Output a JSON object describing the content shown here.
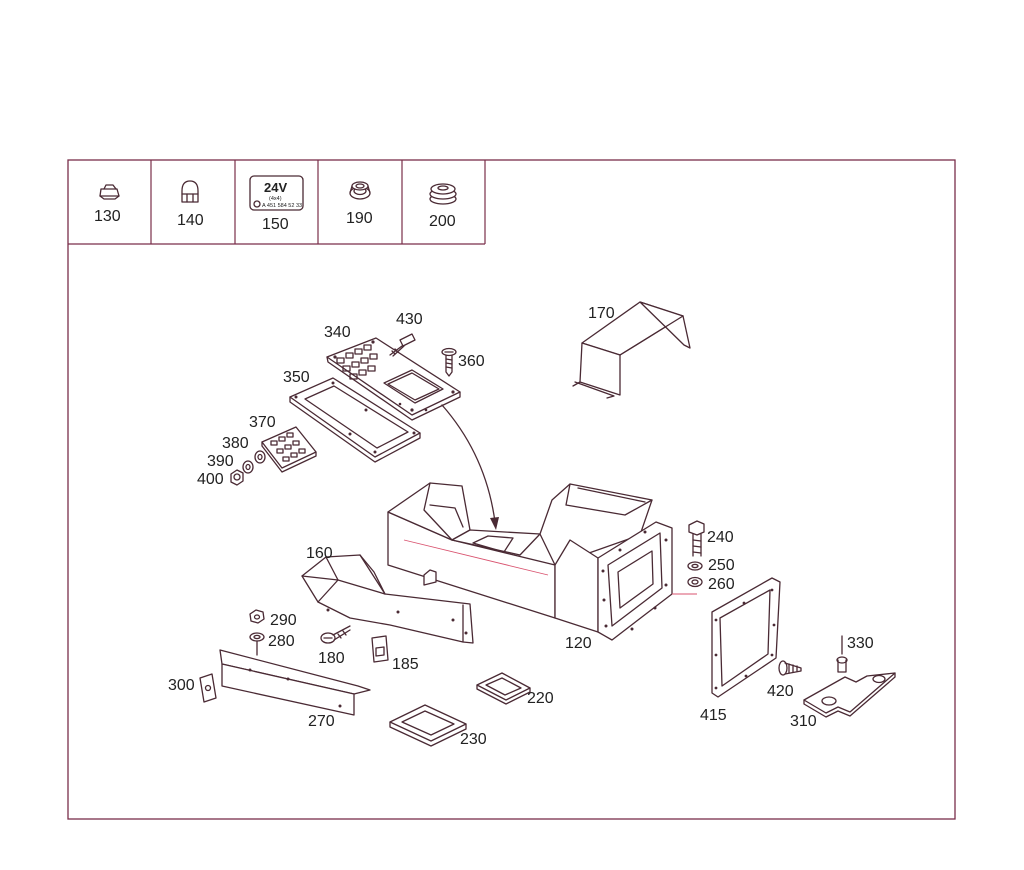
{
  "colors": {
    "frame": "#7a2e4a",
    "ink": "#4a2a34",
    "accent": "#d9536f",
    "text": "#222222"
  },
  "legend": {
    "items": [
      {
        "label": "130",
        "icon": "clip-nut-icon"
      },
      {
        "label": "140",
        "icon": "cap-nut-icon"
      },
      {
        "label": "150",
        "icon": "voltage-label-icon"
      },
      {
        "label": "190",
        "icon": "grommet-icon"
      },
      {
        "label": "200",
        "icon": "bellows-grommet-icon"
      }
    ],
    "decal": {
      "voltage": "24V",
      "sub": "(4x4)",
      "part_no": "A 451 584 52 33"
    }
  },
  "callouts": {
    "c120": "120",
    "c160": "160",
    "c170": "170",
    "c180": "180",
    "c185": "185",
    "c220": "220",
    "c230": "230",
    "c240": "240",
    "c250": "250",
    "c260": "260",
    "c270": "270",
    "c280": "280",
    "c290": "290",
    "c300": "300",
    "c310": "310",
    "c330": "330",
    "c340": "340",
    "c350": "350",
    "c360": "360",
    "c370": "370",
    "c380": "380",
    "c390": "390",
    "c400": "400",
    "c415": "415",
    "c420": "420",
    "c430": "430"
  }
}
